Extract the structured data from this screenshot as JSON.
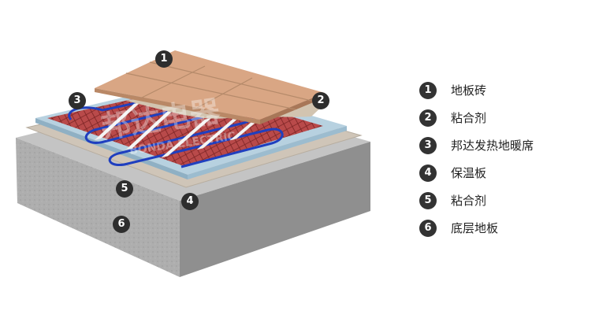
{
  "colors": {
    "badge": "#333333",
    "tile": "#d9a684",
    "grout": "#b58a6a",
    "adhesive": "#c7bcae",
    "insulation": "#a8c4d6",
    "heating_mat": "#b94a4a",
    "cable": "#1f3fbf",
    "concrete": "#a9a9a9"
  },
  "markers": [
    "1",
    "2",
    "3",
    "4",
    "5",
    "6"
  ],
  "legend": [
    {
      "num": "1",
      "label": "地板砖"
    },
    {
      "num": "2",
      "label": "粘合剂"
    },
    {
      "num": "3",
      "label": "邦达发热地暖席"
    },
    {
      "num": "4",
      "label": "保温板"
    },
    {
      "num": "5",
      "label": "粘合剂"
    },
    {
      "num": "6",
      "label": "底层地板"
    }
  ],
  "watermark": {
    "main": "邦达电器",
    "sub": "BONDA ELECTRIC"
  }
}
